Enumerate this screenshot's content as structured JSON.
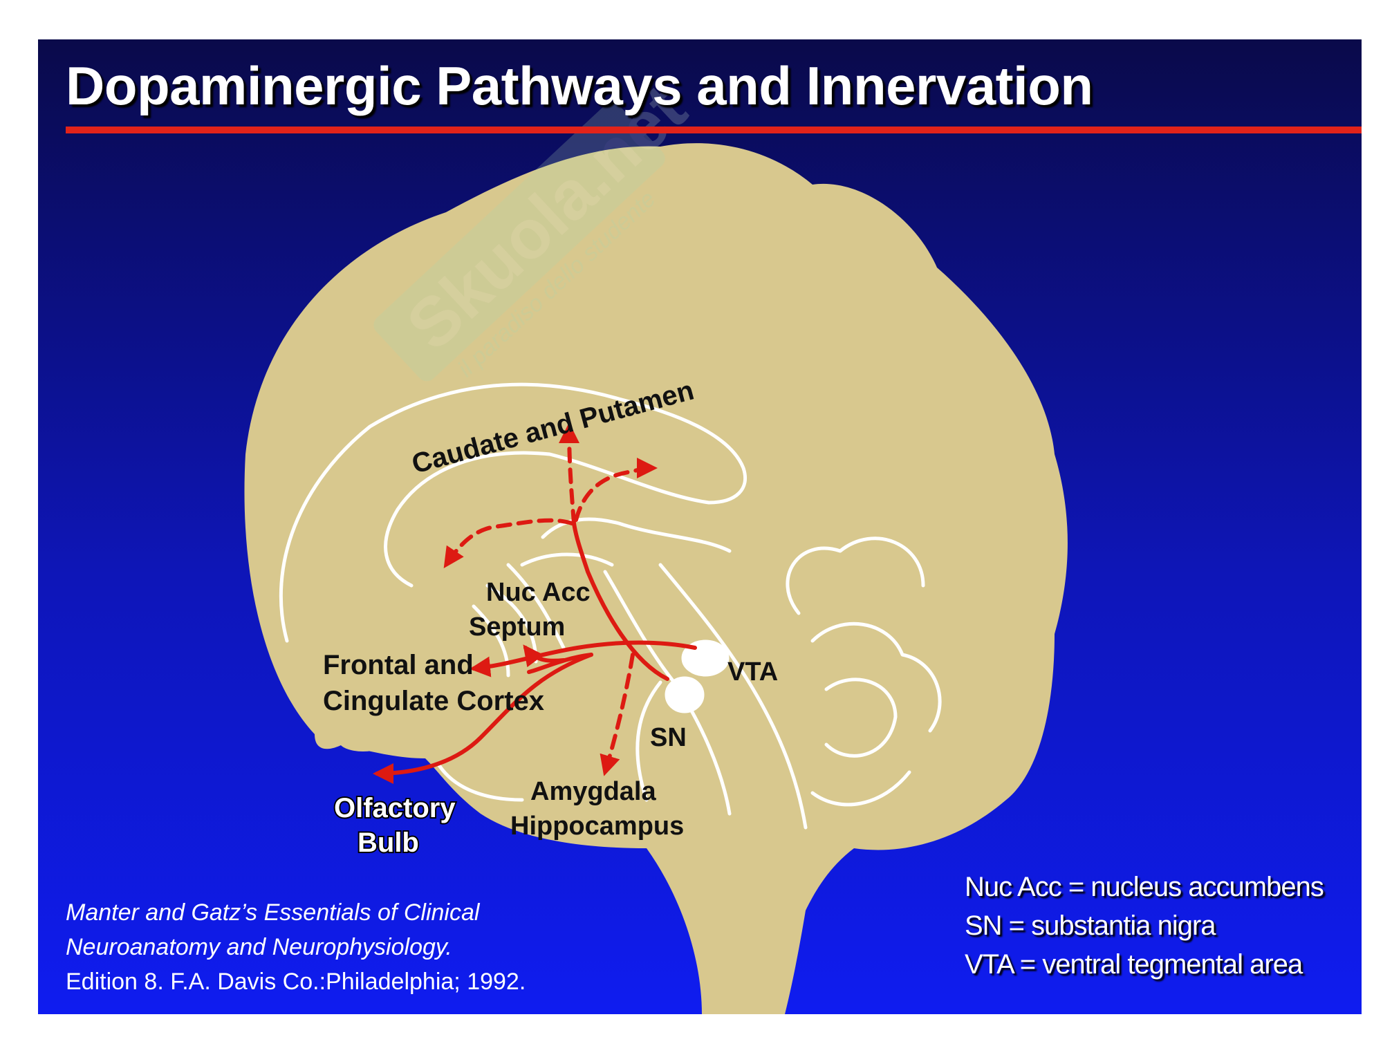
{
  "slide": {
    "title": "Dopaminergic Pathways and Innervation"
  },
  "labels": {
    "caudate_putamen": "Caudate and Putamen",
    "nuc_acc": "Nuc Acc",
    "septum": "Septum",
    "frontal_line1": "Frontal and",
    "frontal_line2": "Cingulate Cortex",
    "vta": "VTA",
    "sn": "SN",
    "amygdala": "Amygdala",
    "hippocampus": "Hippocampus",
    "olfactory_line1": "Olfactory",
    "olfactory_line2": "Bulb"
  },
  "legend": [
    "Nuc Acc = nucleus accumbens",
    "SN = substantia nigra",
    "VTA = ventral tegmental area"
  ],
  "citation": {
    "line1": "Manter and Gatz’s Essentials of Clinical",
    "line2": "Neuroanatomy and Neurophysiology.",
    "line3": "Edition 8. F.A. Davis Co.:Philadelphia; 1992."
  },
  "watermark": {
    "brand": "Skuola.net",
    "tagline": "il paradiso dello studente"
  },
  "colors": {
    "brain_fill": "#d8c88e",
    "pathway_red": "#dd1a12",
    "title_rule": "#e2231a",
    "outline": "#ffffff"
  }
}
